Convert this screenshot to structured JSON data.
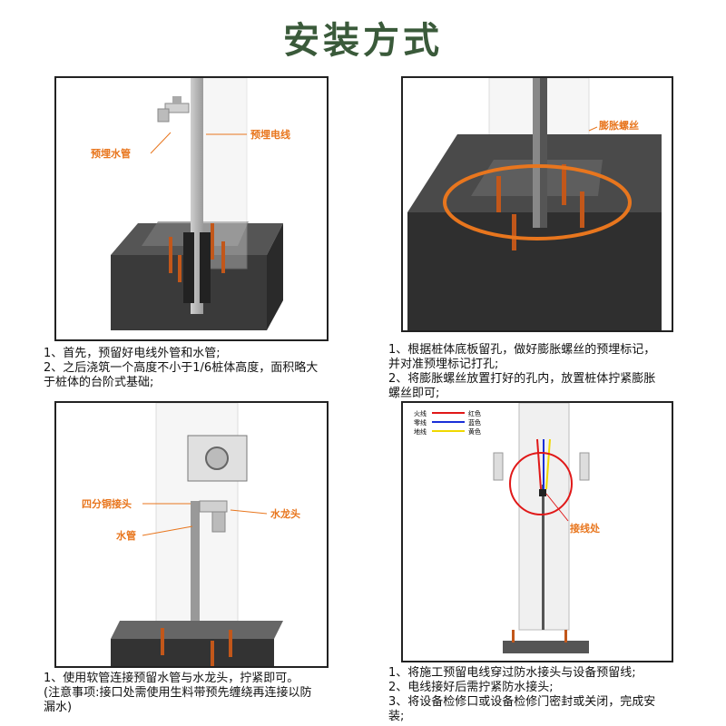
{
  "title": "安装方式",
  "colors": {
    "title": "#3a5a3a",
    "accent": "#e8761e",
    "block": "#3d3d3d"
  },
  "panel1": {
    "labels": {
      "water_pipe": "预埋水管",
      "wire": "预埋电线"
    },
    "caption": [
      "1、首先，预留好电线外管和水管;",
      "2、之后浇筑一个高度不小于1/6桩体高度，面积略大",
      "于桩体的台阶式基础;"
    ]
  },
  "panel2": {
    "labels": {
      "bolt": "膨胀螺丝"
    },
    "caption": [
      "1、根据桩体底板留孔，做好膨胀螺丝的预埋标记，",
      "并对准预埋标记打孔;",
      "2、将膨胀螺丝放置打好的孔内，放置桩体拧紧膨胀",
      "螺丝即可;"
    ]
  },
  "panel3": {
    "labels": {
      "connector": "四分铜接头",
      "faucet": "水龙头",
      "pipe": "水管"
    },
    "caption": [
      "1、使用软管连接预留水管与水龙头，拧紧即可。",
      "(注意事项:接口处需使用生料带预先缠绕再连接以防",
      "漏水)"
    ]
  },
  "panel4": {
    "legend": [
      {
        "name": "火线",
        "color_name": "红色",
        "color": "#e01818"
      },
      {
        "name": "零线",
        "color_name": "蓝色",
        "color": "#1a2fd8"
      },
      {
        "name": "地线",
        "color_name": "黄色",
        "color": "#f0d800"
      }
    ],
    "labels": {
      "junction": "接线处"
    },
    "caption": [
      "1、将施工预留电线穿过防水接头与设备预留线;",
      "2、电线接好后需拧紧防水接头;",
      "3、将设备检修口或设备检修门密封或关闭，完成安",
      "装;"
    ]
  }
}
